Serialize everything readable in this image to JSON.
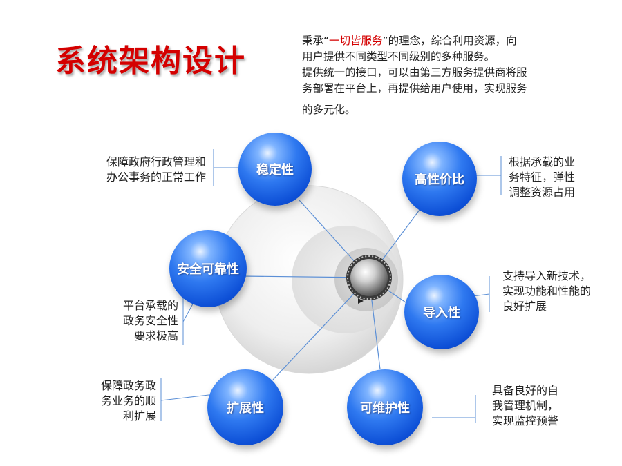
{
  "title": "系统架构设计",
  "intro": {
    "line1_before": "秉承“",
    "line1_highlight": "一切皆服务",
    "line1_after": "”的理念，综合利用资源，向",
    "line2": "用户提供不同类型不同级别的多种服务。",
    "line3": "提供统一的接口，可以由第三方服务提供商将服",
    "line4": "务部署在平台上，再提供给用户使用，实现服务",
    "line5": "的多元化。"
  },
  "nodes": [
    {
      "label": "稳定性",
      "desc": [
        "保障政府行政管理和",
        "办公事务的正常工作"
      ]
    },
    {
      "label": "高性价比",
      "desc": [
        "根据承载的业",
        "务特征，弹性",
        "调整资源占用"
      ]
    },
    {
      "label": "安全可靠性",
      "desc": [
        "平台承载的",
        "政务安全性",
        "要求极高"
      ]
    },
    {
      "label": "导入性",
      "desc": [
        "支持导入新技术，",
        "实现功能和性能的",
        "良好扩展"
      ]
    },
    {
      "label": "扩展性",
      "desc": [
        "保障政务政",
        "务业务的顺",
        "利扩展"
      ]
    },
    {
      "label": "可维护性",
      "desc": [
        "具备良好的自",
        "我管理机制，",
        "实现监控预警"
      ]
    }
  ],
  "colors": {
    "title": "#d40000",
    "ball": "#1a5fe6",
    "connector": "#5b8fd6"
  }
}
